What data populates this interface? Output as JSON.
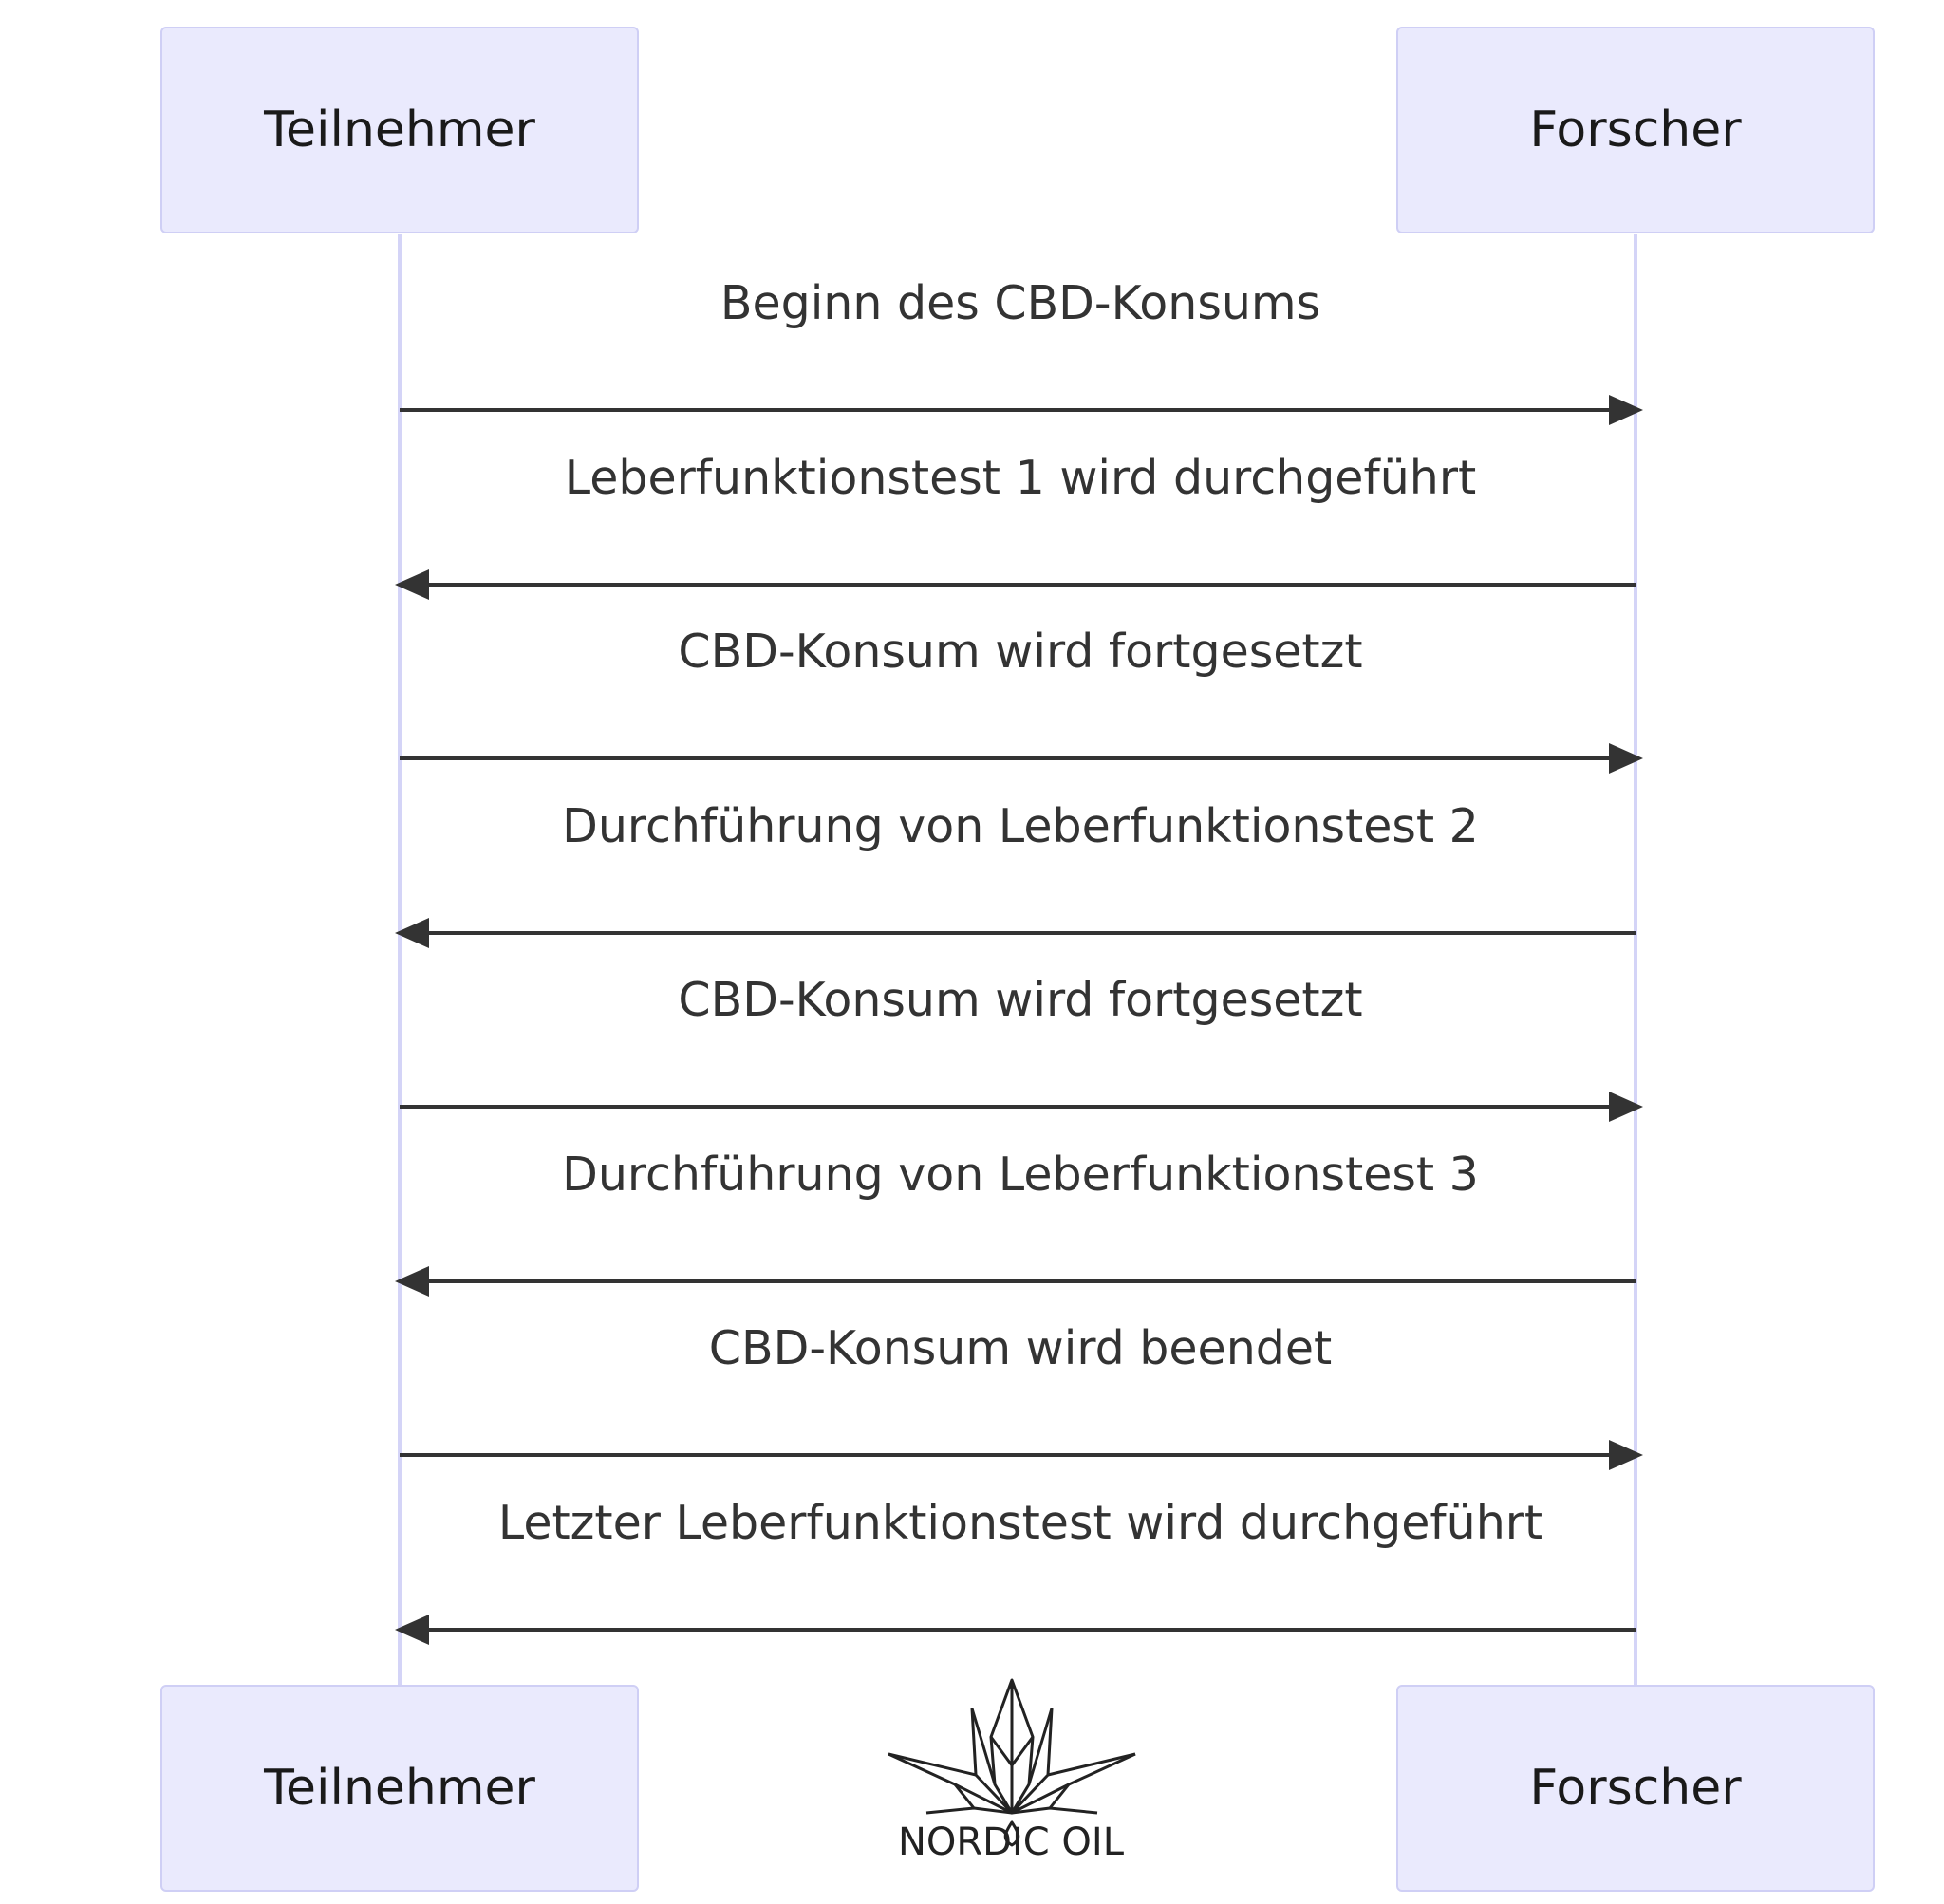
{
  "actors": {
    "left": "Teilnehmer",
    "right": "Forscher"
  },
  "messages": [
    {
      "text": "Beginn des CBD-Konsums",
      "from": "Teilnehmer",
      "to": "Forscher"
    },
    {
      "text": "Leberfunktionstest 1 wird durchgeführt",
      "from": "Forscher",
      "to": "Teilnehmer"
    },
    {
      "text": "CBD-Konsum wird fortgesetzt",
      "from": "Teilnehmer",
      "to": "Forscher"
    },
    {
      "text": "Durchführung von Leberfunktionstest 2",
      "from": "Forscher",
      "to": "Teilnehmer"
    },
    {
      "text": "CBD-Konsum wird fortgesetzt",
      "from": "Teilnehmer",
      "to": "Forscher"
    },
    {
      "text": "Durchführung von Leberfunktionstest 3",
      "from": "Forscher",
      "to": "Teilnehmer"
    },
    {
      "text": "CBD-Konsum wird beendet",
      "from": "Teilnehmer",
      "to": "Forscher"
    },
    {
      "text": "Letzter Leberfunktionstest wird durchgeführt",
      "from": "Forscher",
      "to": "Teilnehmer"
    }
  ],
  "logo": {
    "name": "NORDIC OIL"
  },
  "colors": {
    "actor_fill": "#eaeafd",
    "actor_border": "#cfcff5",
    "lifeline": "#d4d4f7",
    "arrow": "#333333"
  }
}
